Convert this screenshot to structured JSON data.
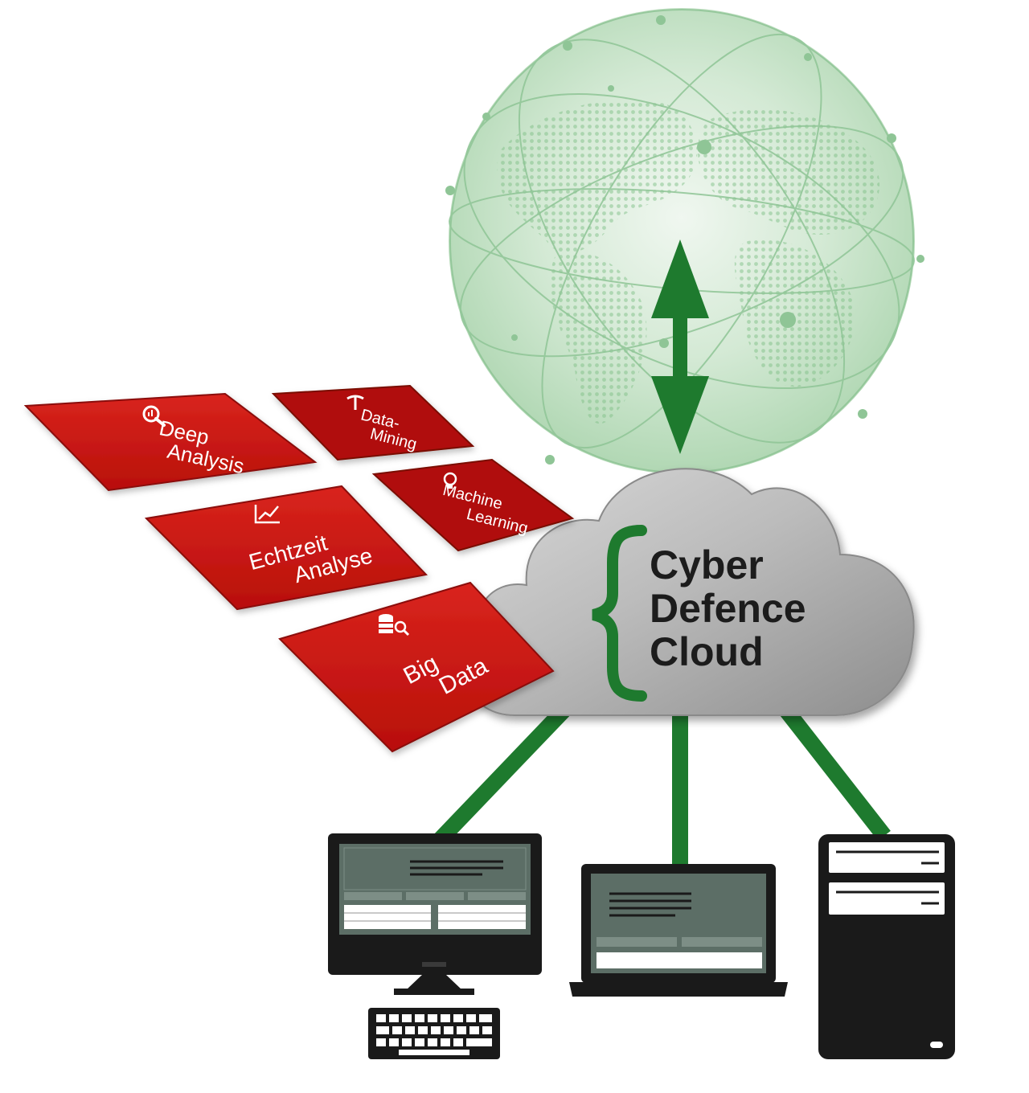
{
  "cloud": {
    "line1": "Cyber",
    "line2": "Defence",
    "line3": "Cloud"
  },
  "tiles": {
    "deep_analysis": {
      "line1": "Deep",
      "line2": "Analysis",
      "icon": "magnifier-chart-icon"
    },
    "data_mining": {
      "line1": "Data-",
      "line2": "Mining",
      "icon": "mining-pickaxe-icon"
    },
    "echtzeit_analyse": {
      "line1": "Echtzeit",
      "line2": "Analyse",
      "icon": "line-chart-icon"
    },
    "machine_learning": {
      "line1": "Machine",
      "line2": "Learning",
      "icon": "lightbulb-icon"
    },
    "big_data": {
      "line1": "Big",
      "line2": "Data",
      "icon": "database-search-icon"
    }
  },
  "devices": {
    "desktop": {
      "icon": "desktop-computer-icon"
    },
    "laptop": {
      "icon": "laptop-icon"
    },
    "server": {
      "icon": "server-tower-icon"
    }
  },
  "globe": {
    "icon": "network-globe-icon"
  },
  "colors": {
    "tile_red": "#c8120e",
    "tile_red_dark": "#a80d0a",
    "connector_green": "#1e7a2e",
    "brace_green": "#1e7a2e",
    "cloud_gray": "#bdbdbd",
    "device_dark": "#1a1a1a",
    "screen_gray": "#5c6e66"
  }
}
